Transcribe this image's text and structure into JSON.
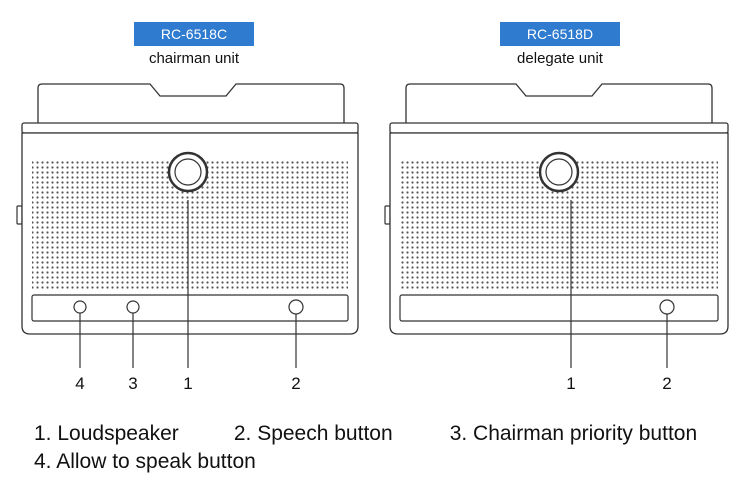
{
  "units": [
    {
      "model": "RC-6518C",
      "type": "chairman unit",
      "callouts": [
        "4",
        "3",
        "1",
        "2"
      ]
    },
    {
      "model": "RC-6518D",
      "type": "delegate unit",
      "callouts": [
        "1",
        "2"
      ]
    }
  ],
  "legend": {
    "item1": "1. Loudspeaker",
    "item2": "2. Speech button",
    "item3": "3. Chairman priority button",
    "item4": "4. Allow to speak button"
  },
  "colors": {
    "label_bg": "#2f7bd0",
    "label_text": "#ffffff",
    "line": "#333333"
  }
}
